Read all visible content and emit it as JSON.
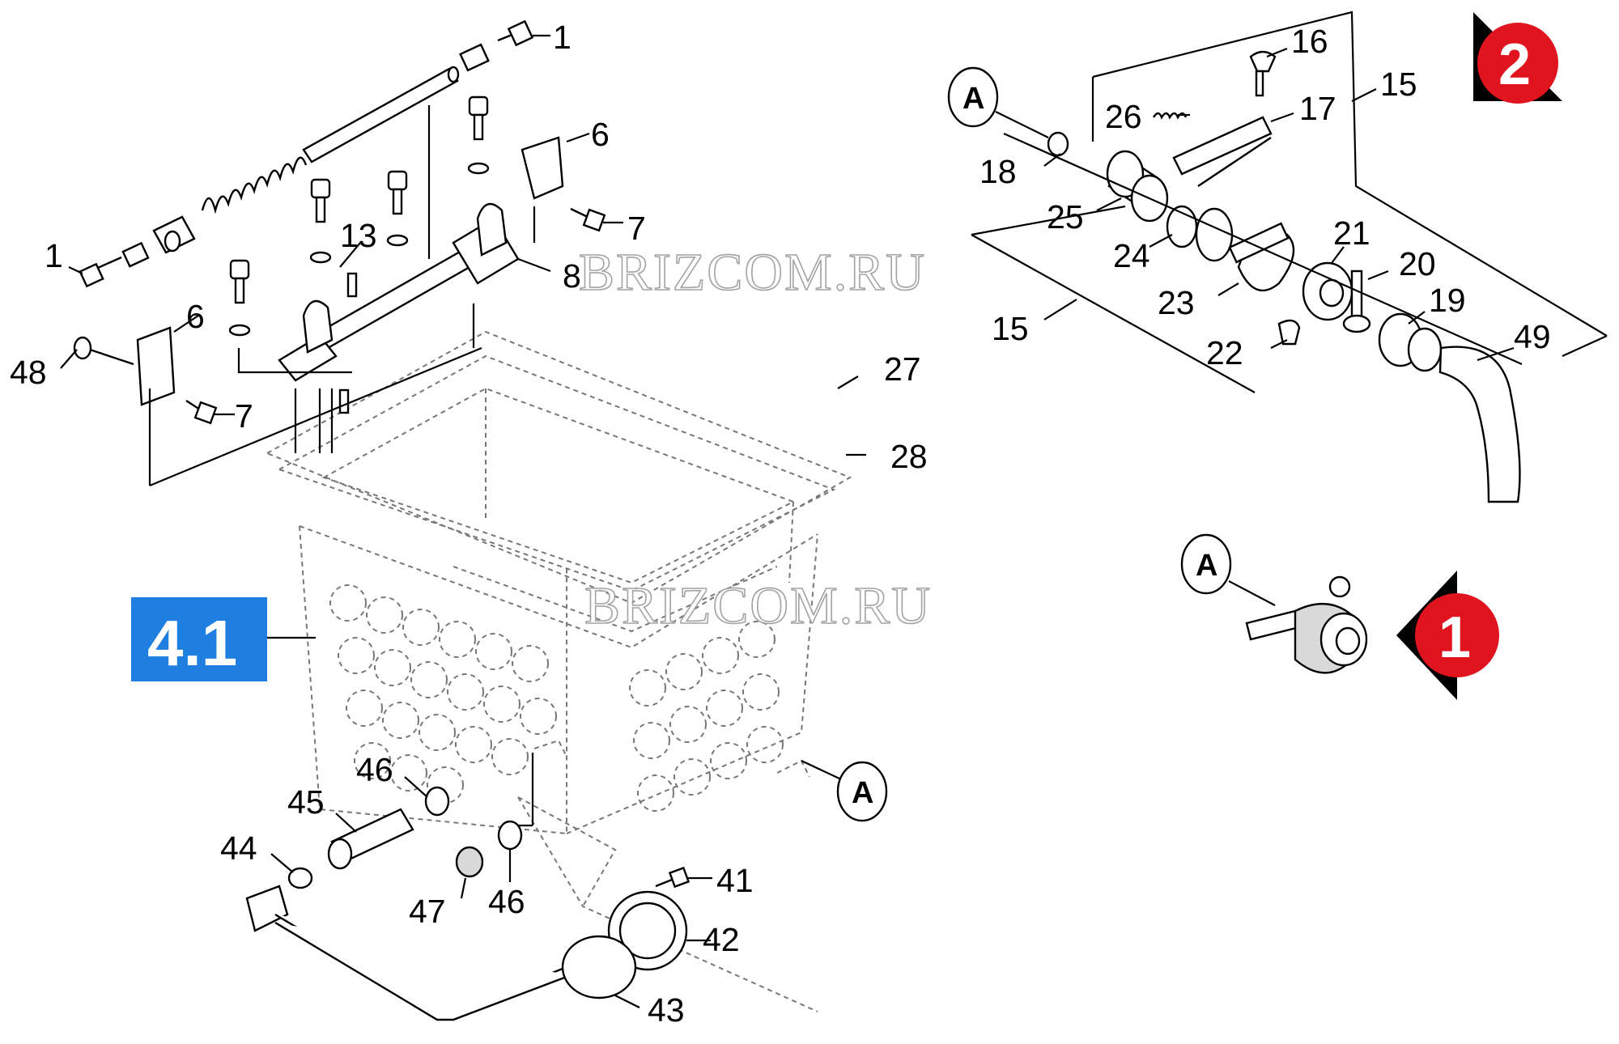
{
  "watermark": "BRIZCOM.RU",
  "section_label": "4.1",
  "nav_badges": [
    "2",
    "1"
  ],
  "reference_marker": "A",
  "part_labels": [
    "1",
    "1",
    "6",
    "7",
    "13",
    "8",
    "6",
    "48",
    "7",
    "27",
    "28",
    "46",
    "45",
    "44",
    "47",
    "46",
    "41",
    "42",
    "43",
    "16",
    "26",
    "17",
    "15",
    "18",
    "25",
    "24",
    "21",
    "20",
    "23",
    "19",
    "15",
    "22",
    "49"
  ],
  "colors": {
    "section_badge": "#1e7fe0",
    "nav_badge": "#e0141e",
    "nav_arrow": "#000000",
    "line": "#000000",
    "ghost": "#777777"
  }
}
